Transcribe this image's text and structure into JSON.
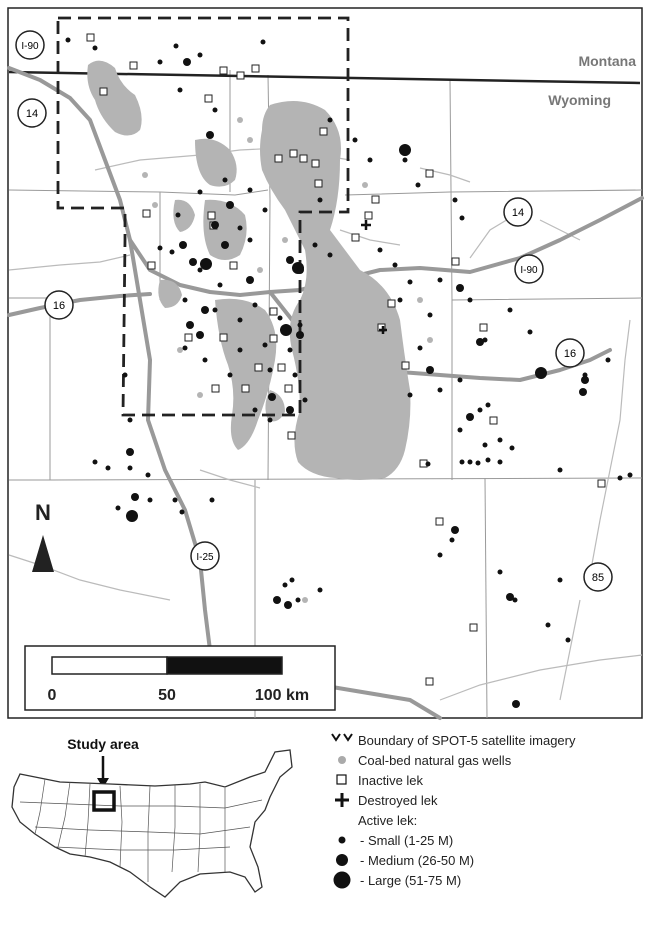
{
  "map": {
    "state_labels": {
      "montana": "Montana",
      "wyoming": "Wyoming"
    },
    "route_shields": [
      {
        "id": "i90-west",
        "label": "I-90"
      },
      {
        "id": "us14-west",
        "label": "14"
      },
      {
        "id": "us16-west",
        "label": "16"
      },
      {
        "id": "us14-east",
        "label": "14"
      },
      {
        "id": "i90-east",
        "label": "I-90"
      },
      {
        "id": "us16-east",
        "label": "16"
      },
      {
        "id": "i25",
        "label": "I-25"
      },
      {
        "id": "us85",
        "label": "85"
      }
    ],
    "north_arrow": {
      "label": "N"
    },
    "scale_bar": {
      "tick_labels": [
        "0",
        "50",
        "100 km"
      ]
    }
  },
  "inset": {
    "title": "Study area"
  },
  "legend": {
    "items": [
      {
        "label": "Boundary of SPOT-5 satellite imagery"
      },
      {
        "label": "Coal-bed natural gas wells"
      },
      {
        "label": "Inactive lek"
      },
      {
        "label": "Destroyed lek"
      },
      {
        "label": "Active lek:"
      },
      {
        "label": "- Small (1-25 M)"
      },
      {
        "label": "- Medium (26-50 M)"
      },
      {
        "label": "- Large (51-75 M)"
      }
    ]
  },
  "colors": {
    "gas_wells": "#b4b4b4",
    "highways": "#999999",
    "lek": "#111111",
    "boundary": "#222222"
  }
}
